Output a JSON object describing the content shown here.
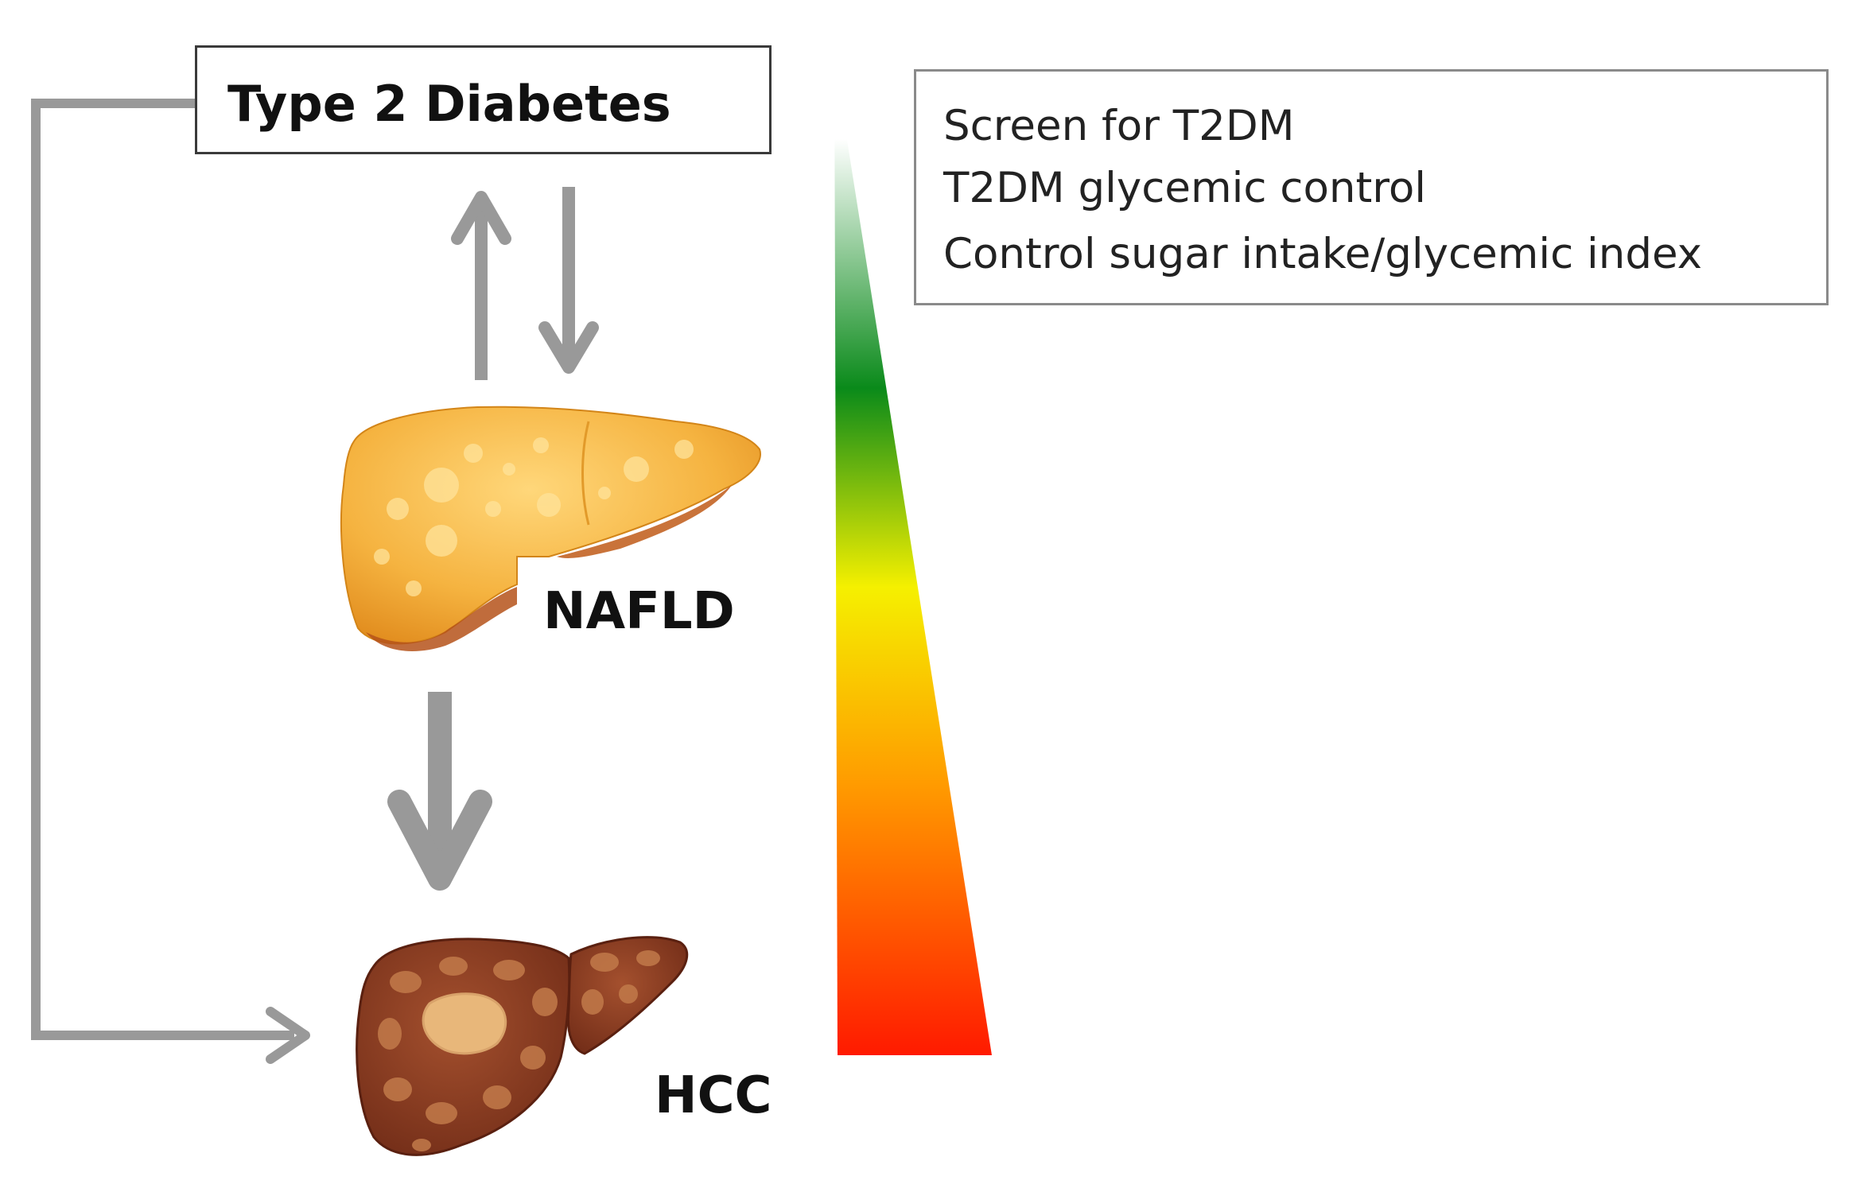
{
  "diagram": {
    "top_box": {
      "label": "Type 2 Diabetes"
    },
    "info_box": {
      "lines": [
        "Screen for T2DM",
        "T2DM glycemic control",
        "Control sugar intake/glycemic index"
      ]
    },
    "nodes": {
      "nafld_label": "NAFLD",
      "hcc_label": "HCC"
    },
    "gradient_colors": [
      "#ffffff",
      "#0a8a1a",
      "#f5f000",
      "#ff9a00",
      "#ff1a00"
    ],
    "colors": {
      "arrow": "#999999",
      "fatty_liver": "#f5b340",
      "cancer_liver": "#8a3a22",
      "tumor": "#e8b77a"
    }
  }
}
